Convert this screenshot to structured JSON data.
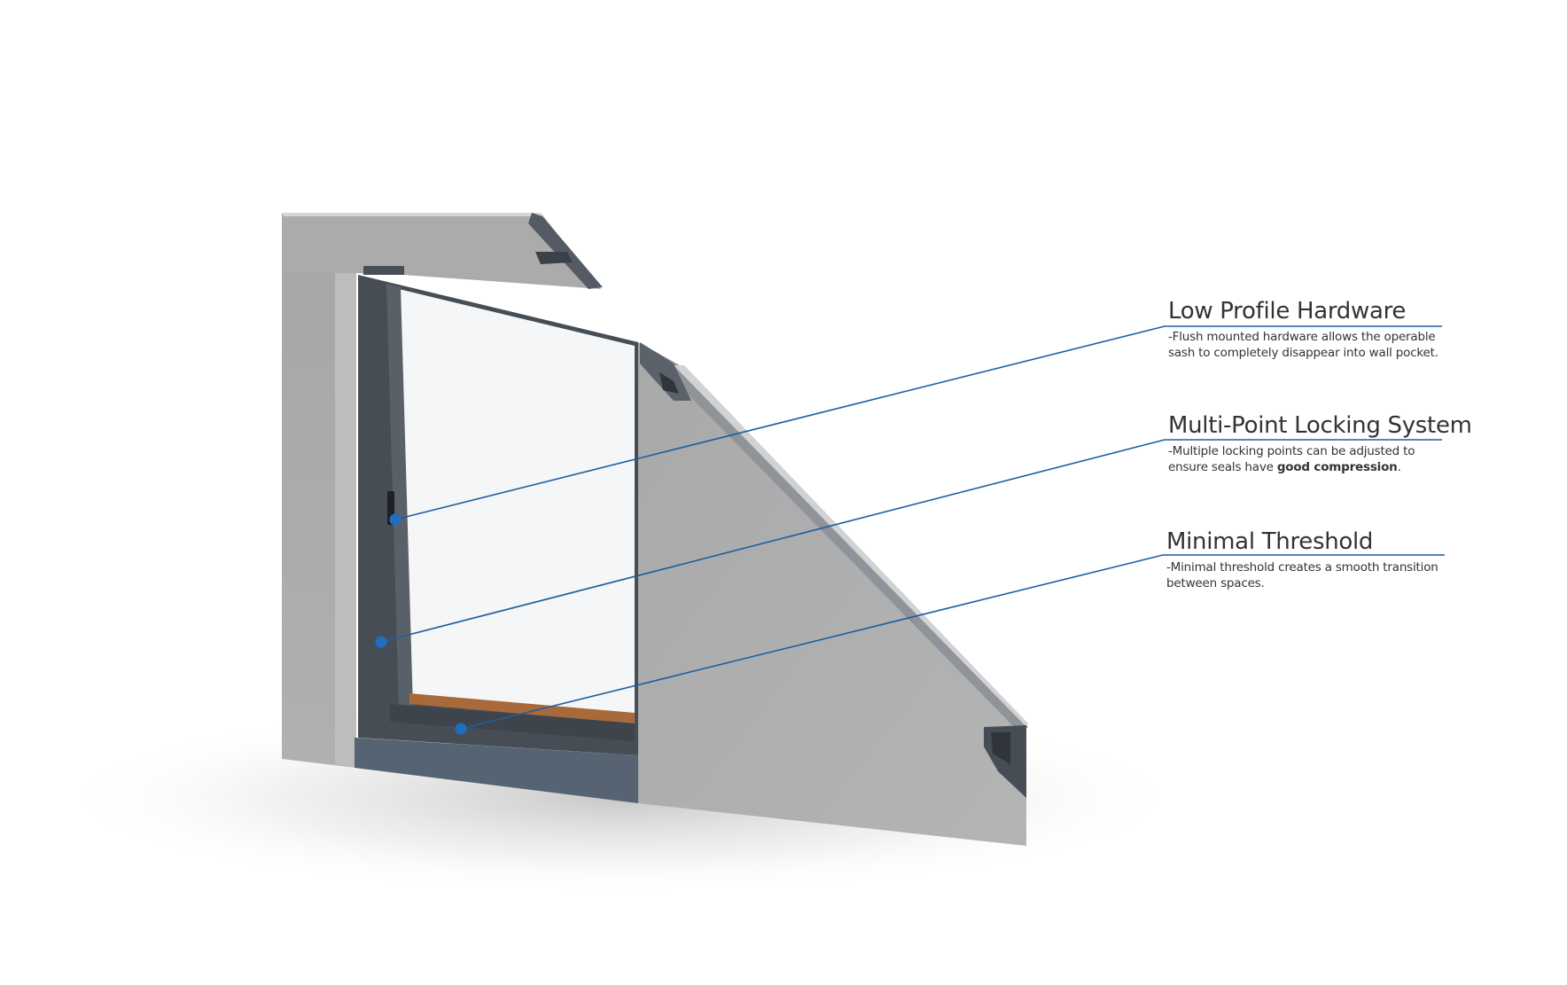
{
  "accent_color": "#1f5e9e",
  "callouts": [
    {
      "id": "low-profile-hardware",
      "title": "Low Profile Hardware",
      "description": "-Flush mounted hardware allows the operable sash to completely disappear into wall pocket."
    },
    {
      "id": "multi-point-locking",
      "title": "Multi-Point Locking System",
      "description_before": "-Multiple locking points can be adjusted to ensure seals have ",
      "description_bold": "good compression",
      "description_after": "."
    },
    {
      "id": "minimal-threshold",
      "title": "Minimal Threshold",
      "description": "-Minimal threshold creates a smooth transition between spaces."
    }
  ]
}
